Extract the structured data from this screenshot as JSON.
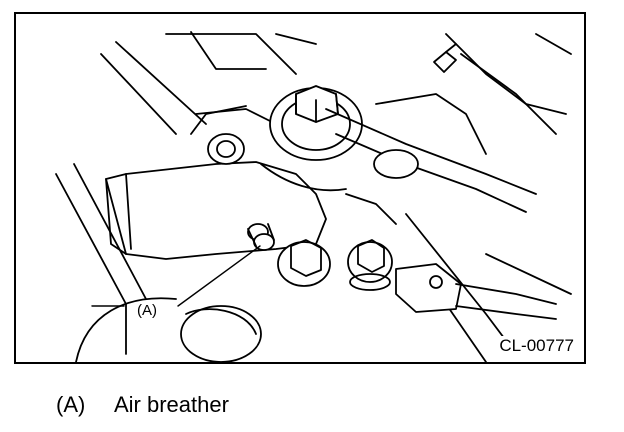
{
  "figure": {
    "callout_label": "(A)",
    "code": "CL-00777",
    "part": "air-breather"
  },
  "legend": {
    "key": "(A)",
    "text": "Air breather"
  }
}
